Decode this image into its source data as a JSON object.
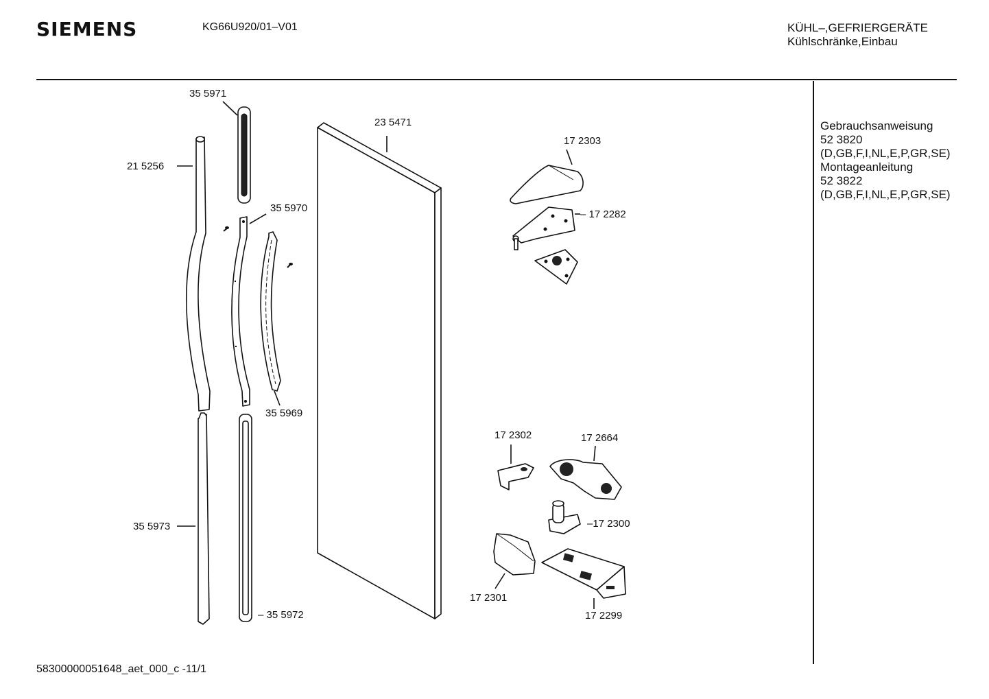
{
  "header": {
    "brand": "SIEMENS",
    "model": "KG66U920/01–V01",
    "category_line1": "KÜHL–,GEFRIERGERÄTE",
    "category_line2": "Kühlschränke,Einbau"
  },
  "side_notes": [
    "Gebrauchsanweisung",
    "52 3820",
    "(D,GB,F,I,NL,E,P,GR,SE)",
    "Montageanleitung",
    "52 3822",
    "(D,GB,F,I,NL,E,P,GR,SE)"
  ],
  "parts": {
    "p355971": "35 5971",
    "p215256": "21 5256",
    "p355970": "35 5970",
    "p355969": "35 5969",
    "p355973": "35 5973",
    "p355972": "– 35 5972",
    "p235471": "23 5471",
    "p172303": "17 2303",
    "p172282": "– 17 2282",
    "p172302": "17 2302",
    "p172664": "17 2664",
    "p172300": "–17 2300",
    "p172301": "17 2301",
    "p172299": "17 2299"
  },
  "footer": {
    "doc_id": "58300000051648_aet_000_c  -11/1"
  }
}
